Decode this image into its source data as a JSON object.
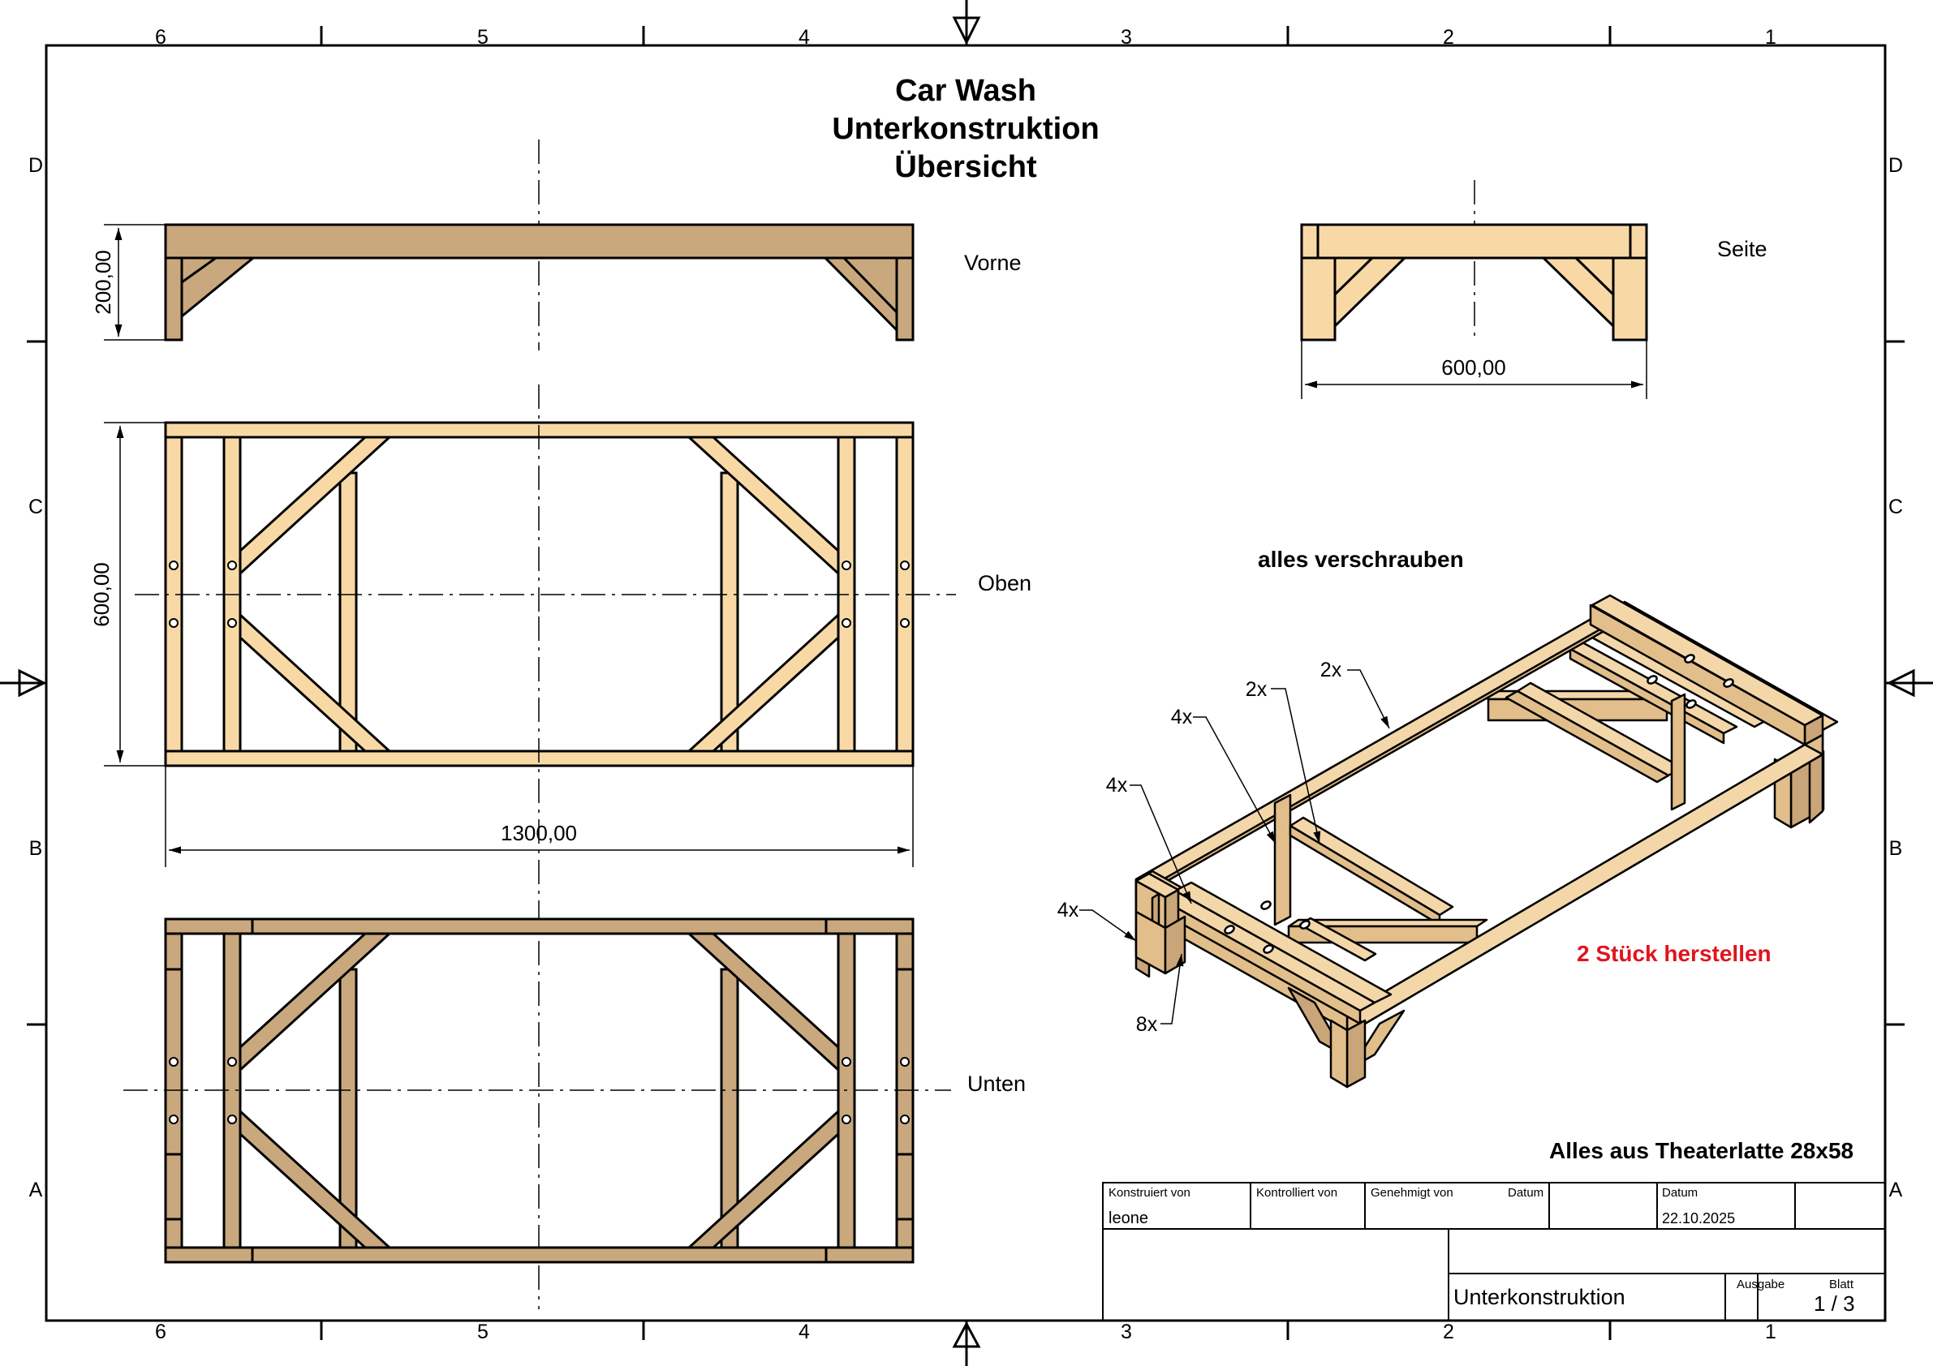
{
  "title": {
    "line1": "Car Wash",
    "line2": "Unterkonstruktion",
    "line3": "Übersicht"
  },
  "grid": {
    "columns": [
      "6",
      "5",
      "4",
      "3",
      "2",
      "1"
    ],
    "rows": [
      "D",
      "C",
      "B",
      "A"
    ]
  },
  "views": {
    "front": "Vorne",
    "side": "Seite",
    "top": "Oben",
    "bottom": "Unten"
  },
  "dimensions": {
    "height": "200,00",
    "depth_side": "600,00",
    "depth_top": "600,00",
    "length": "1300,00"
  },
  "notes": {
    "screw_all": "alles verschrauben",
    "make_two": "2 Stück herstellen",
    "material": "Alles aus Theaterlatte 28x58"
  },
  "callouts": [
    "2x",
    "2x",
    "4x",
    "4x",
    "4x",
    "8x"
  ],
  "title_block": {
    "designed_by_label": "Konstruiert von",
    "designed_by": "leone",
    "checked_by_label": "Kontrolliert von",
    "approved_by_label": "Genehmigt von",
    "date_label_1": "Datum",
    "date_label_2": "Datum",
    "date": "22.10.2025",
    "drawing_name": "Unterkonstruktion",
    "revision_label": "Ausgabe",
    "sheet_label": "Blatt",
    "sheet": "1 / 3"
  },
  "colors": {
    "wood_light": "#F8D9A6",
    "wood_dark": "#C9A87E",
    "iso_top": "#F3D7A9",
    "iso_side": "#E2BE8A",
    "iso_dark": "#C9A579",
    "red": "#E0141E"
  }
}
